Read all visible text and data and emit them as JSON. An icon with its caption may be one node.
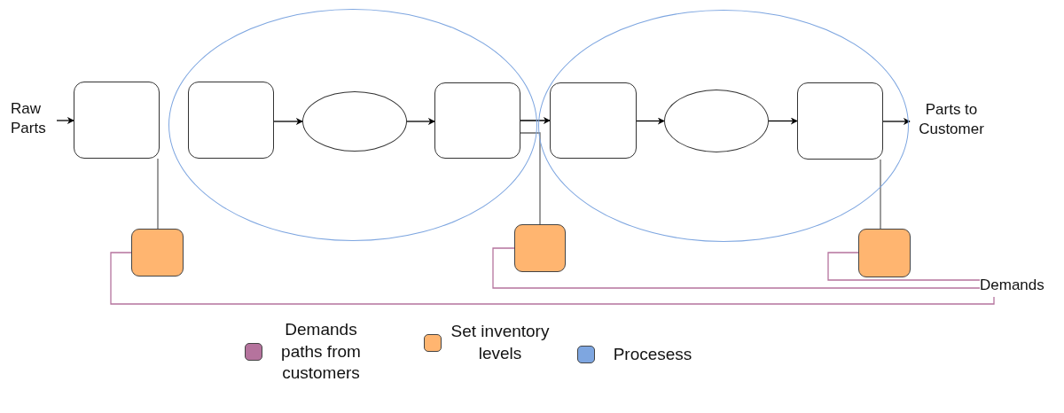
{
  "diagram": {
    "nodes": [
      {
        "text": [
          "Raw Parts"
        ]
      },
      {
        "text": [],
        "shape": "box"
      },
      {
        "text": [],
        "shape": "ellipse"
      },
      {
        "text": [],
        "shape": "box",
        "in": 2
      },
      {
        "text": [],
        "shape": "ellipse",
        "in": 2
      },
      {
        "text": [],
        "shape": "box",
        "in": 2
      },
      {
        "text": [],
        "shape": "ellipse"
      },
      {
        "text": [],
        "shape": "box",
        "in": 6
      },
      {
        "text": [],
        "shape": "ellipse",
        "in": 6
      },
      {
        "text": [],
        "shape": "box",
        "in": 6
      },
      {
        "text": [
          "Parts to Customer"
        ]
      },
      {
        "text": [],
        "shape": "box"
      },
      {
        "text": [],
        "shape": "box"
      },
      {
        "text": [],
        "shape": "box"
      },
      {
        "text": [
          "Demands"
        ]
      }
    ],
    "edges": [
      {
        "from": 0,
        "to": 1,
        "arrow": "to"
      },
      {
        "from": 1,
        "to": 11,
        "arrow": "none",
        "color": "#666666"
      },
      {
        "from": 3,
        "to": 4,
        "arrow": "to"
      },
      {
        "from": 4,
        "to": 5,
        "arrow": "to"
      },
      {
        "from": 5,
        "to": 7,
        "arrow": "to"
      },
      {
        "from": 7,
        "to": 8,
        "arrow": "to"
      },
      {
        "from": 8,
        "to": 9,
        "arrow": "to"
      },
      {
        "from": 9,
        "to": 10,
        "arrow": "to"
      },
      {
        "from": 5,
        "to": 12,
        "arrow": "none",
        "color": "#666666"
      },
      {
        "from": 9,
        "to": 13,
        "arrow": "none",
        "color": "#666666"
      },
      {
        "from": 14,
        "to": 11,
        "arrow": "none",
        "color": "#b5739d"
      },
      {
        "from": 14,
        "to": 12,
        "arrow": "none",
        "color": "#b5739d"
      },
      {
        "from": 14,
        "to": 13,
        "arrow": "none",
        "color": "#b5739d"
      }
    ],
    "legend": [
      {
        "text": "Demands paths from customers",
        "color": "#b5739d"
      },
      {
        "text": "Set inventory levels",
        "color": "#ffb570"
      },
      {
        "text": "Procesess",
        "color": "#7ea6e0"
      }
    ]
  }
}
